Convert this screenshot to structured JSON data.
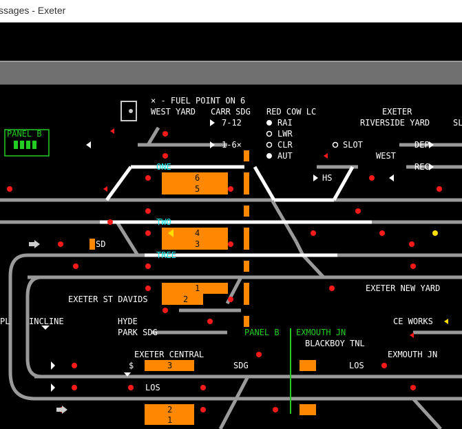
{
  "window": {
    "title": "ssages - Exeter"
  },
  "labels": {
    "fuel_point": "× - FUEL POINT ON 6",
    "west_yard": "WEST YARD",
    "carr_sdg": "CARR SDG",
    "red_cow_lc": "RED COW LC",
    "exeter_riverside_1": "EXETER",
    "exeter_riverside_2": "RIVERSIDE YARD",
    "sl_partial": "SL",
    "route_7_12": "7-12",
    "route_1_6": "1-6×",
    "rai": "RAI",
    "lwr": "LWR",
    "clr": "CLR",
    "aut": "AUT",
    "slot": "SLOT",
    "dep": "DEP",
    "rec": "REC",
    "west": "WEST",
    "hs": "HS",
    "panel_b": "PANEL B",
    "exeter_st_davids": "EXETER ST DAVIDS",
    "exeter_new_yard": "EXETER NEW YARD",
    "sd": "SD",
    "pl_partial": "PL",
    "incline": "INCLINE",
    "hyde_1": "HYDE",
    "park_sdg": "PARK SDG",
    "panel_b_bottom": "PANEL B",
    "exmouth_jn_arrow": "EXMOUTH JN",
    "blackboy_tnl": "BLACKBOY TNL",
    "ce_works": "CE WORKS",
    "exeter_central": "EXETER CENTRAL",
    "exmouth_jn": "EXMOUTH JN",
    "dollar": "$",
    "sdg": "SDG",
    "los_1": "LOS",
    "los_2": "LOS"
  },
  "lines": {
    "one": "ONE",
    "two": "TWO",
    "tree": "TREE"
  },
  "platforms": {
    "p6": "6",
    "p5": "5",
    "p4": "4",
    "p3": "3",
    "sd_p1": "1",
    "sd_p2": "2",
    "c3": "3",
    "c2": "2",
    "c1": "1"
  },
  "colors": {
    "platform": "#ff8800",
    "signal_red": "#ff1a1a",
    "track": "#9a9a9a",
    "route_set": "#ffffff",
    "line_name": "#11eeee",
    "panel": "#22cc22"
  }
}
